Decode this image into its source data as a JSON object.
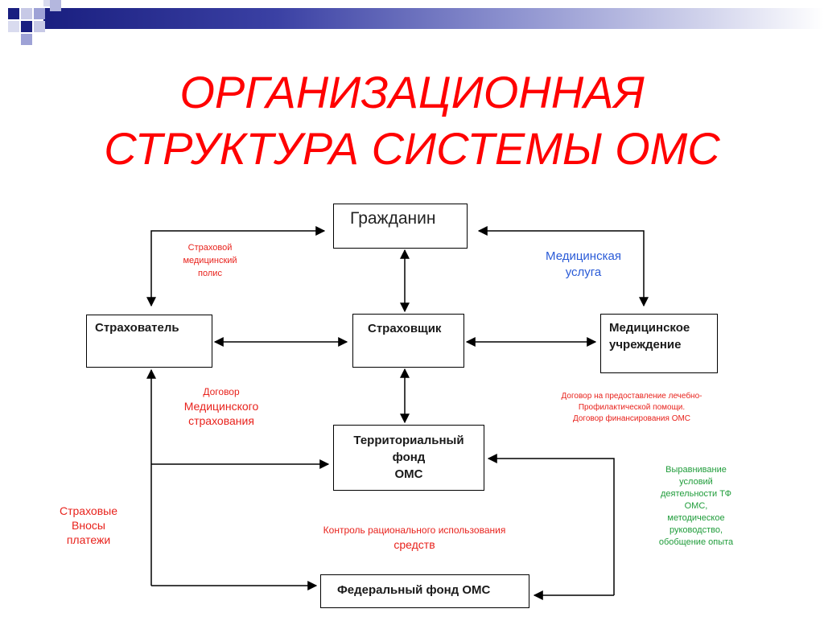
{
  "title": {
    "line1": "ОРГАНИЗАЦИОННАЯ",
    "line2": "СТРУКТУРА СИСТЕМЫ ОМС"
  },
  "nodes": {
    "citizen": "Гражданин",
    "insurer_payer": "Страхователь",
    "insurer": "Страховщик",
    "medical_line1": "Медицинское",
    "medical_line2": "учреждение",
    "territorial_line1": "Территориальный",
    "territorial_line2": "фонд",
    "territorial_line3": "ОМС",
    "federal": "Федеральный фонд ОМС"
  },
  "labels": {
    "policy_line1": "Страховой",
    "policy_line2": "медицинский",
    "policy_line3": "полис",
    "service_line1": "Медицинская",
    "service_line2": "услуга",
    "contract_line1": "Договор",
    "contract_line2": "Медицинского",
    "contract_line3": "страхования",
    "provision_line1": "Договор на предоставление лечебно-",
    "provision_line2": "Профилактической помощи.",
    "provision_line3": "Договор финансирования ОМС",
    "contributions_line1": "Страховые",
    "contributions_line2": "Вносы",
    "contributions_line3": "платежи",
    "control_line1": "Контроль рационального использования",
    "control_line2": "средств",
    "equal_line1": "Выравнивание",
    "equal_line2": "условий",
    "equal_line3": "деятельности ТФ",
    "equal_line4": "ОМС,",
    "equal_line5": "методическое",
    "equal_line6": "руководство,",
    "equal_line7": "обобщение опыта"
  },
  "colors": {
    "title": "#ff0000",
    "label_red": "#e8221c",
    "label_blue": "#2a5bd7",
    "label_green": "#1f9c3a"
  }
}
